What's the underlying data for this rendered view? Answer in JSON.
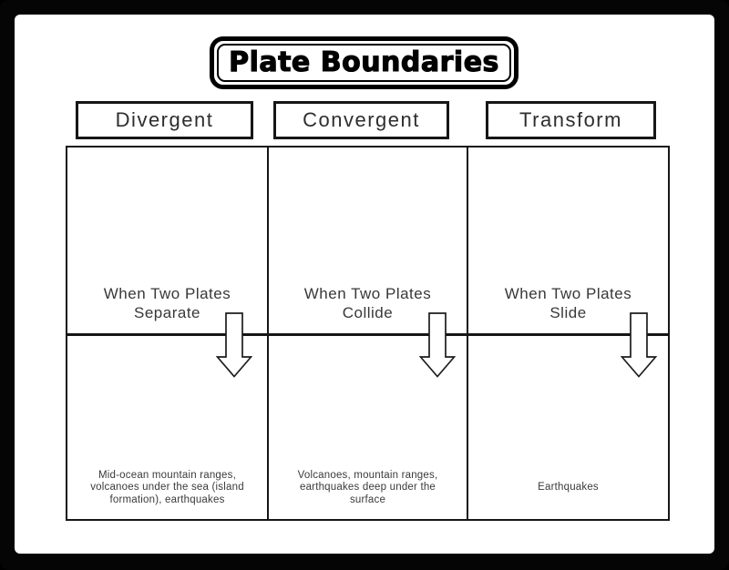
{
  "title": "Plate Boundaries",
  "ink_color": "#161616",
  "paper_color": "#ffffff",
  "frame_color": "#000000",
  "icons": {
    "column_arrow": "down-arrow"
  },
  "columns": [
    {
      "header": "Divergent",
      "cause_lines": [
        "When Two Plates",
        "Separate"
      ],
      "effect_lines": [
        "Mid-ocean mountain ranges,",
        "volcanoes under the sea (island",
        "formation), earthquakes"
      ]
    },
    {
      "header": "Convergent",
      "cause_lines": [
        "When Two Plates",
        "Collide"
      ],
      "effect_lines": [
        "Volcanoes, mountain ranges,",
        "earthquakes deep under the",
        "surface"
      ]
    },
    {
      "header": "Transform",
      "cause_lines": [
        "When Two Plates",
        "Slide"
      ],
      "effect_lines": [
        "Earthquakes"
      ]
    }
  ]
}
